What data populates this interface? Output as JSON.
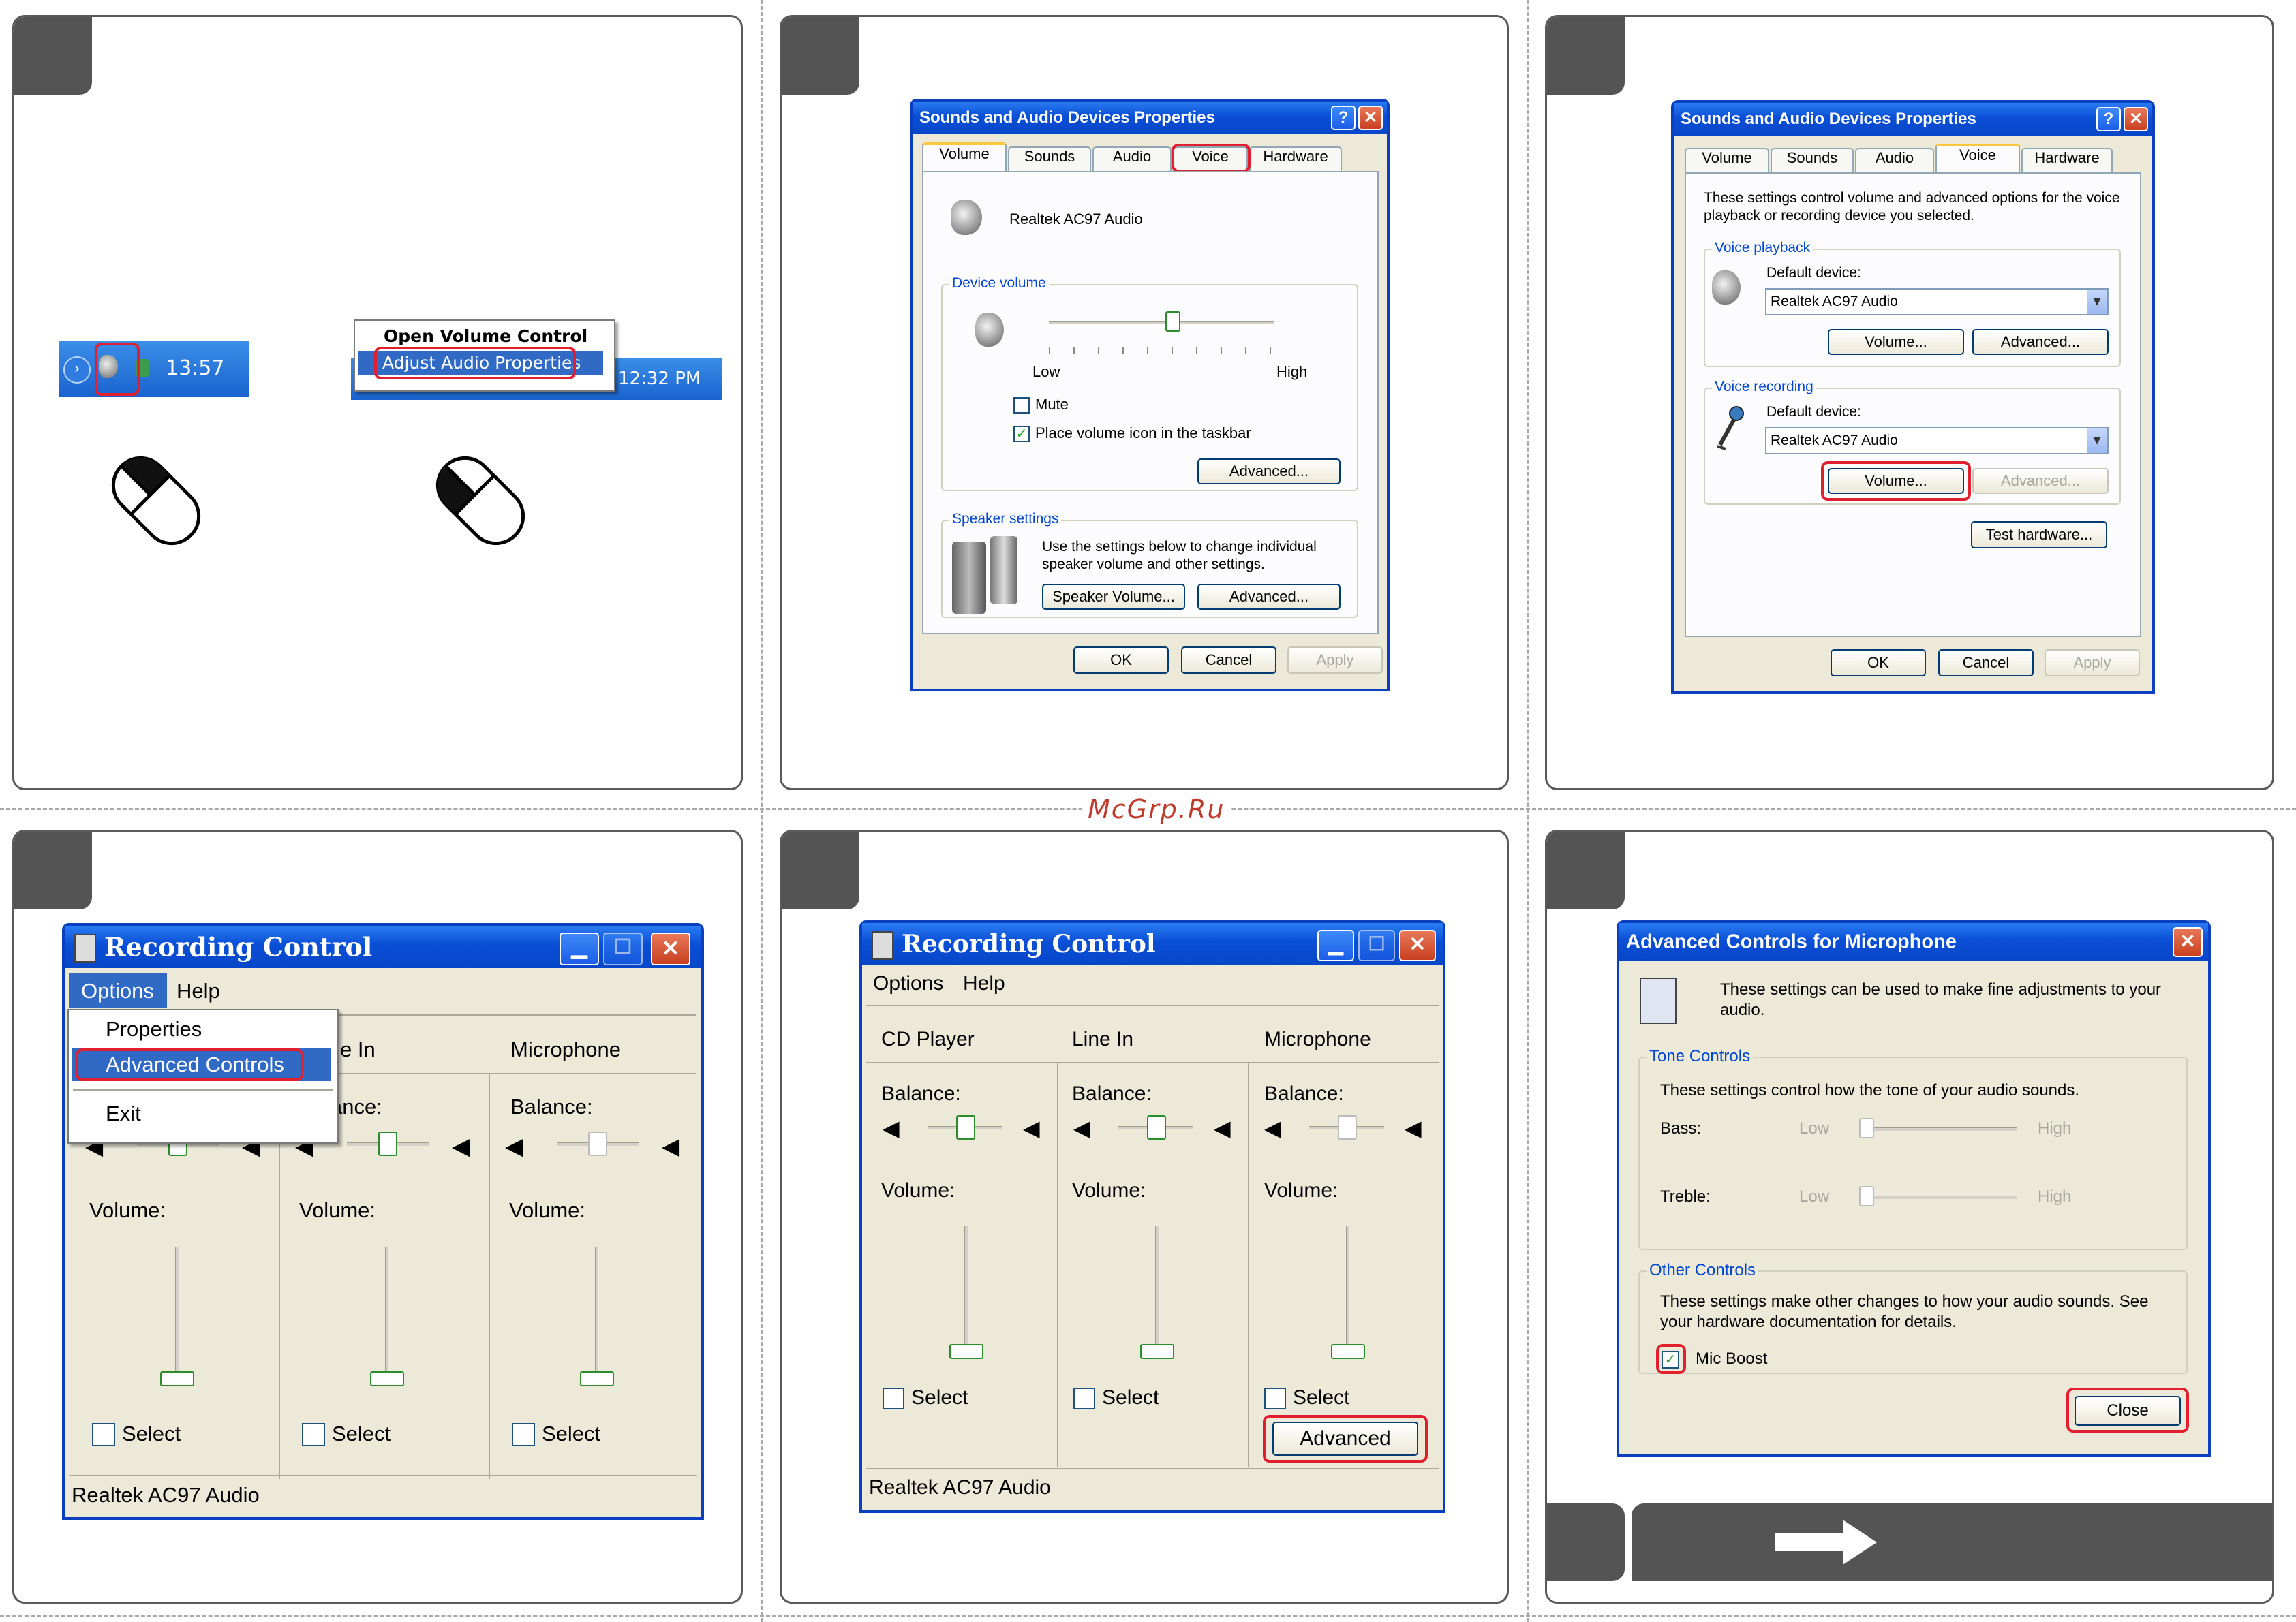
{
  "watermark": "McGrp.Ru",
  "step1": {
    "tray_time": "13:57",
    "tray_time_2": "12:32 PM",
    "menu": [
      "Open Volume Control",
      "Adjust Audio Properties"
    ]
  },
  "step2": {
    "title": "Sounds and Audio Devices Properties",
    "tabs": [
      "Volume",
      "Sounds",
      "Audio",
      "Voice",
      "Hardware"
    ],
    "device": "Realtek AC97 Audio",
    "device_volume": "Device volume",
    "low": "Low",
    "high": "High",
    "mute": "Mute",
    "place_icon": "Place volume icon in the taskbar",
    "advanced": "Advanced...",
    "speaker_settings": "Speaker settings",
    "speaker_text_1": "Use the settings below to change individual",
    "speaker_text_2": "speaker volume and other settings.",
    "speaker_volume": "Speaker Volume...",
    "ok": "OK",
    "cancel": "Cancel",
    "apply": "Apply",
    "volume_level": 0.55
  },
  "step3": {
    "title": "Sounds and Audio Devices Properties",
    "tabs": [
      "Volume",
      "Sounds",
      "Audio",
      "Voice",
      "Hardware"
    ],
    "intro_1": "These settings control volume and advanced options for the voice",
    "intro_2": "playback or recording device you selected.",
    "voice_playback": "Voice playback",
    "default_device": "Default device:",
    "device": "Realtek AC97 Audio",
    "volume_btn": "Volume...",
    "advanced_btn": "Advanced...",
    "voice_recording": "Voice recording",
    "test_hardware": "Test hardware...",
    "ok": "OK",
    "cancel": "Cancel",
    "apply": "Apply"
  },
  "step4": {
    "title": "Recording Control",
    "menu": [
      "Options",
      "Help"
    ],
    "dropdown": [
      "Properties",
      "Advanced Controls",
      "Exit"
    ],
    "col_partial": "e In",
    "col_mic": "Microphone",
    "balance_partial": "ance:",
    "balance": "Balance:",
    "volume": "Volume:",
    "select": "Select",
    "status": "Realtek AC97 Audio"
  },
  "step5": {
    "title": "Recording Control",
    "menu": [
      "Options",
      "Help"
    ],
    "columns": [
      "CD Player",
      "Line In",
      "Microphone"
    ],
    "balance": "Balance:",
    "volume": "Volume:",
    "select": "Select",
    "advanced": "Advanced",
    "status": "Realtek AC97 Audio"
  },
  "step6": {
    "title": "Advanced Controls for Microphone",
    "intro_1": "These settings can be used to make fine adjustments to your",
    "intro_2": "audio.",
    "tone_controls": "Tone Controls",
    "tone_text": "These settings control how the tone of your audio sounds.",
    "bass": "Bass:",
    "treble": "Treble:",
    "low": "Low",
    "high": "High",
    "other_controls": "Other Controls",
    "other_text_1": "These settings make other changes to how your audio sounds.  See",
    "other_text_2": "your hardware documentation for details.",
    "mic_boost": "Mic Boost",
    "close": "Close"
  }
}
